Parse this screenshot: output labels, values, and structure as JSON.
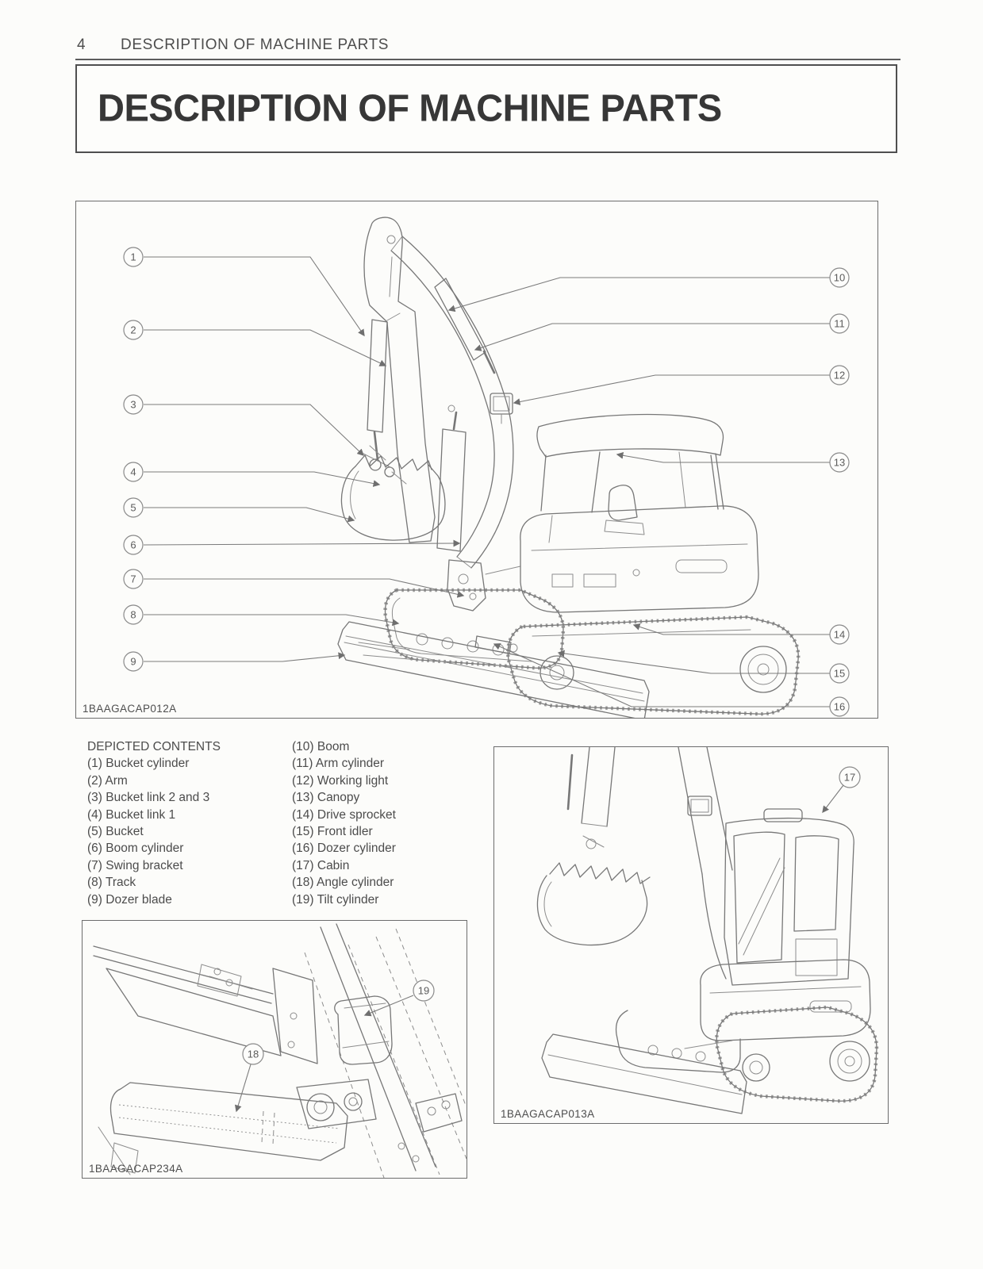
{
  "page": {
    "number": "4",
    "running_header": "DESCRIPTION OF MACHINE PARTS",
    "title": "DESCRIPTION OF MACHINE PARTS"
  },
  "contents": {
    "heading": "DEPICTED CONTENTS",
    "left": [
      "(1) Bucket cylinder",
      "(2) Arm",
      "(3) Bucket link 2 and 3",
      "(4) Bucket link 1",
      "(5) Bucket",
      "(6) Boom cylinder",
      "(7) Swing bracket",
      "(8) Track",
      "(9) Dozer blade"
    ],
    "right": [
      "(10) Boom",
      "(11) Arm cylinder",
      "(12) Working light",
      "(13) Canopy",
      "(14) Drive sprocket",
      "(15) Front idler",
      "(16) Dozer cylinder",
      "(17) Cabin",
      "(18) Angle cylinder",
      "(19) Tilt cylinder"
    ]
  },
  "figures": {
    "main": {
      "caption": "1BAAGACAP012A",
      "callouts": [
        "1",
        "2",
        "3",
        "4",
        "5",
        "6",
        "7",
        "8",
        "9",
        "10",
        "11",
        "12",
        "13",
        "14",
        "15",
        "16"
      ]
    },
    "detail": {
      "caption": "1BAAGACAP234A",
      "callouts": [
        "18",
        "19"
      ]
    },
    "cabin": {
      "caption": "1BAAGACAP013A",
      "callouts": [
        "17"
      ]
    }
  }
}
